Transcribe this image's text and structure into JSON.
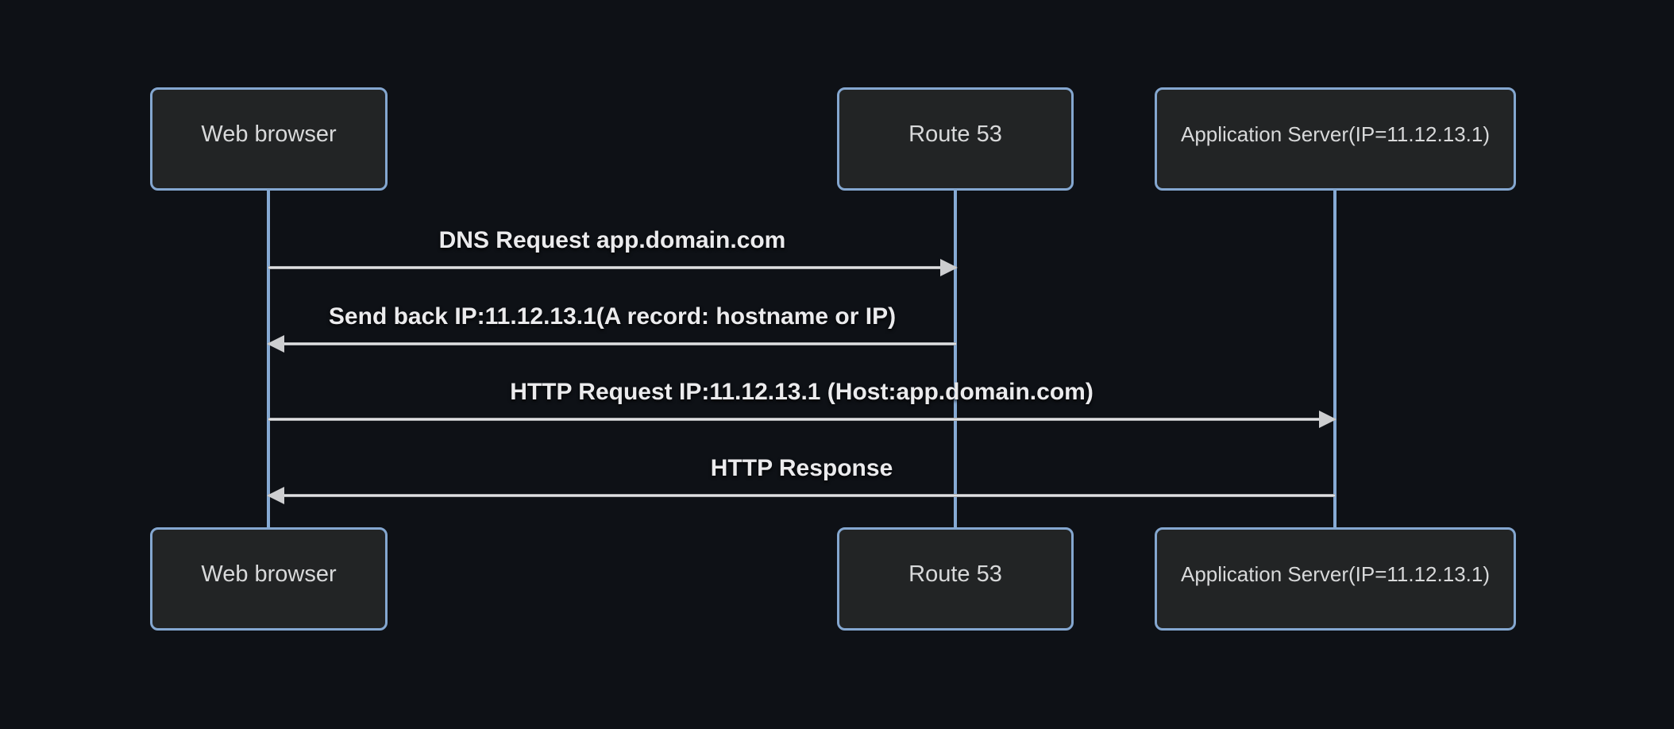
{
  "diagram": {
    "type": "sequence",
    "actors": [
      {
        "id": "web-browser",
        "label": "Web browser"
      },
      {
        "id": "route53",
        "label": "Route 53"
      },
      {
        "id": "app-server",
        "label": "Application Server(IP=11.12.13.1)"
      }
    ],
    "messages": [
      {
        "from": "Web browser",
        "to": "Route 53",
        "direction": "right",
        "label": "DNS Request app.domain.com"
      },
      {
        "from": "Route 53",
        "to": "Web browser",
        "direction": "left",
        "label": "Send back IP:11.12.13.1(A record: hostname or IP)"
      },
      {
        "from": "Web browser",
        "to": "Application Server(IP=11.12.13.1)",
        "direction": "right",
        "label": "HTTP Request IP:11.12.13.1 (Host:app.domain.com)"
      },
      {
        "from": "Application Server(IP=11.12.13.1)",
        "to": "Web browser",
        "direction": "left",
        "label": "HTTP Response"
      }
    ],
    "colors": {
      "background": "#0e1116",
      "actor_fill": "#222425",
      "actor_border": "#84a7d0",
      "lifeline": "#86aad4",
      "arrow_line": "#c9cacc",
      "arrow_head": "#cdced0",
      "actor_text": "#d8d9da",
      "message_text": "#ebebed"
    }
  }
}
